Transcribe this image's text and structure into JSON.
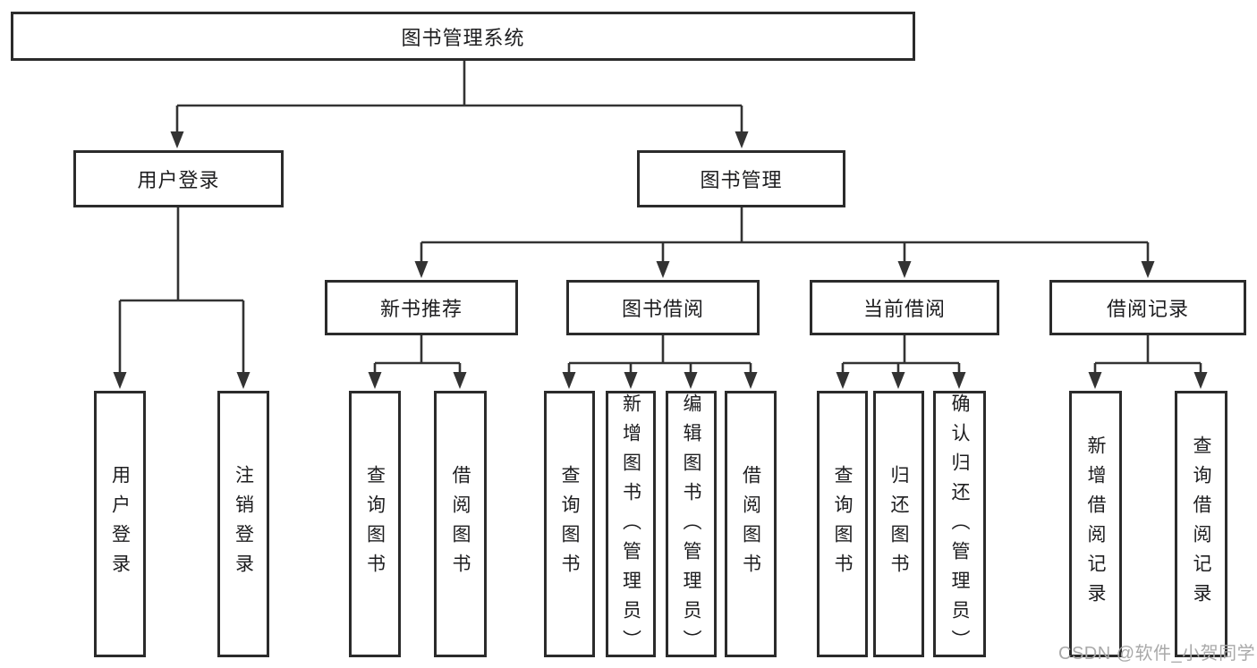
{
  "diagram": {
    "title": "图书管理系统",
    "tree": {
      "label": "图书管理系统",
      "children": [
        {
          "label": "用户登录",
          "children": [
            {
              "label": "用户登录"
            },
            {
              "label": "注销登录"
            }
          ]
        },
        {
          "label": "图书管理",
          "children": [
            {
              "label": "新书推荐",
              "children": [
                {
                  "label": "查询图书"
                },
                {
                  "label": "借阅图书"
                }
              ]
            },
            {
              "label": "图书借阅",
              "children": [
                {
                  "label": "查询图书"
                },
                {
                  "label": "新增图书（管理员）"
                },
                {
                  "label": "编辑图书（管理员）"
                },
                {
                  "label": "借阅图书"
                }
              ]
            },
            {
              "label": "当前借阅",
              "children": [
                {
                  "label": "查询图书"
                },
                {
                  "label": "归还图书"
                },
                {
                  "label": "确认归还（管理员）"
                }
              ]
            },
            {
              "label": "借阅记录",
              "children": [
                {
                  "label": "新增借阅记录"
                },
                {
                  "label": "查询借阅记录"
                }
              ]
            }
          ]
        }
      ]
    },
    "colors": {
      "line": "#333333",
      "box_border": "#2b2b2b",
      "box_fill": "#ffffff",
      "text": "#1d1d1f",
      "watermark": "#a9a9a9",
      "background": "#ffffff"
    }
  },
  "watermark": {
    "text": "CSDN @软件_小贺同学"
  }
}
